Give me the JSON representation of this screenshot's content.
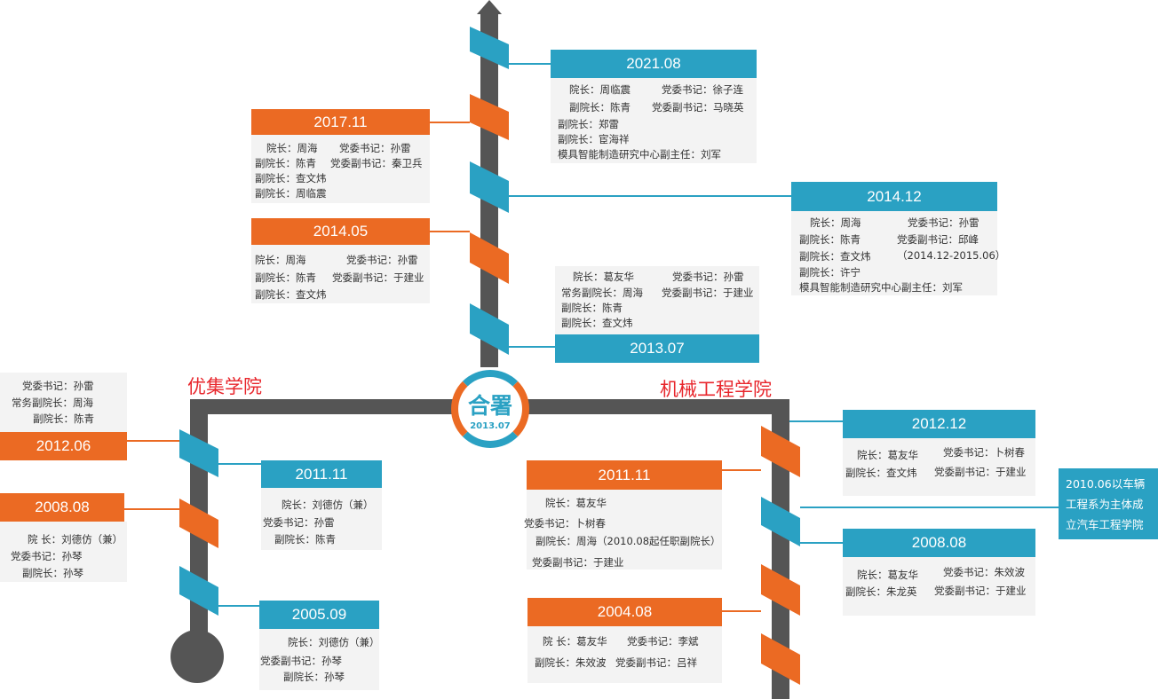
{
  "colors": {
    "blue": "#2aa1c3",
    "orange": "#eb6a23",
    "grey": "#555555",
    "red": "#e8262c"
  },
  "hub": {
    "title": "合署",
    "date": "2013.07"
  },
  "sections": {
    "left": "优集学院",
    "right": "机械工程学院"
  },
  "note": [
    "2010.06以车辆",
    "工程系为主体成",
    "立汽车工程学院"
  ],
  "cards": {
    "c2021": {
      "date": "2021.08",
      "lines": [
        "院长：周临震",
        "党委书记：徐子连",
        "副院长：陈青",
        "党委副书记：马晓英",
        "副院长：郑雷",
        "副院长：宦海祥",
        "模具智能制造研究中心副主任：刘军"
      ]
    },
    "c2017": {
      "date": "2017.11",
      "lines": [
        "院长：周海",
        "党委书记：孙雷",
        "副院长：陈青",
        "党委副书记：秦卫兵",
        "副院长：查文炜",
        "副院长：周临震"
      ]
    },
    "c2014_12": {
      "date": "2014.12",
      "lines": [
        "院长：周海",
        "党委书记：孙雷",
        "副院长：陈青",
        "党委副书记：邱峰",
        "副院长：查文炜",
        "（2014.12-2015.06）",
        "副院长：许宁",
        "模具智能制造研究中心副主任：刘军"
      ]
    },
    "c2014_05": {
      "date": "2014.05",
      "lines": [
        "院长：周海",
        "党委书记：孙雷",
        "副院长：陈青",
        "党委副书记：于建业",
        "副院长：查文炜"
      ]
    },
    "c2013": {
      "date": "2013.07",
      "lines": [
        "院长：葛友华",
        "党委书记：孙雷",
        "常务副院长：周海",
        "党委副书记：于建业",
        "副院长：陈青",
        "副院长：查文炜"
      ]
    },
    "c2012_06": {
      "date": "2012.06",
      "lines": [
        "党委书记：孙雷",
        "常务副院长：周海",
        "副院长：陈青"
      ]
    },
    "c2008_08L": {
      "date": "2008.08",
      "lines": [
        "院 长：刘德仿（兼）",
        "党委书记：孙琴",
        "副院长：孙琴"
      ]
    },
    "c2011_11L": {
      "date": "2011.11",
      "lines": [
        "院长：刘德仿（兼）",
        "党委书记：孙雷",
        "副院长：陈青"
      ]
    },
    "c2005": {
      "date": "2005.09",
      "lines": [
        "院长：刘德仿（兼）",
        "党委副书记：孙琴",
        "副院长：孙琴"
      ]
    },
    "c2011_11R": {
      "date": "2011.11",
      "lines": [
        "院长：葛友华",
        "党委书记：卜树春",
        "副院长：周海（2010.08起任职副院长）",
        "党委副书记：于建业"
      ]
    },
    "c2004": {
      "date": "2004.08",
      "lines": [
        "院 长：葛友华",
        "党委书记：李斌",
        "副院长：朱效波",
        "党委副书记：吕祥"
      ]
    },
    "c2012_12": {
      "date": "2012.12",
      "lines": [
        "院长：葛友华",
        "党委书记：卜树春",
        "副院长：查文炜",
        "党委副书记：于建业"
      ]
    },
    "c2008_08R": {
      "date": "2008.08",
      "lines": [
        "院长：葛友华",
        "党委书记：朱效波",
        "副院长：朱龙英",
        "党委副书记：于建业"
      ]
    }
  }
}
